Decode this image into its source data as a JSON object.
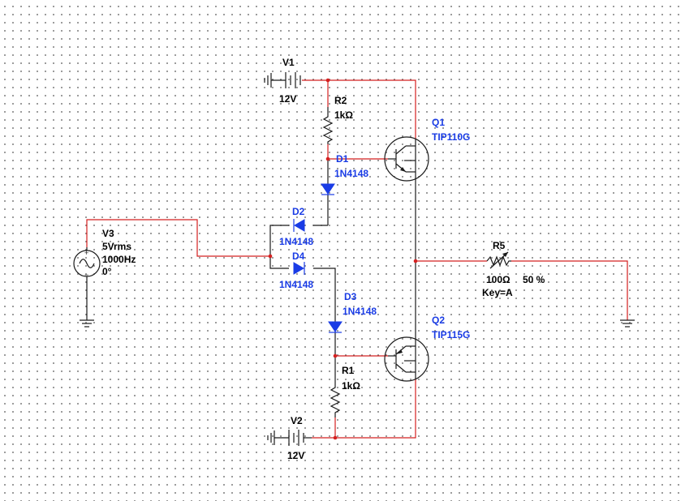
{
  "components": {
    "V1": {
      "ref": "V1",
      "value": "12V"
    },
    "V2": {
      "ref": "V2",
      "value": "12V"
    },
    "V3": {
      "ref": "V3",
      "amplitude": "5Vrms",
      "frequency": "1000Hz",
      "phase": "0°"
    },
    "R1": {
      "ref": "R1",
      "value": "1kΩ"
    },
    "R2": {
      "ref": "R2",
      "value": "1kΩ"
    },
    "R5": {
      "ref": "R5",
      "value": "100Ω",
      "setting": "50 %",
      "key": "Key=A"
    },
    "D1": {
      "ref": "D1",
      "model": "1N4148"
    },
    "D2": {
      "ref": "D2",
      "model": "1N4148"
    },
    "D3": {
      "ref": "D3",
      "model": "1N4148"
    },
    "D4": {
      "ref": "D4",
      "model": "1N4148"
    },
    "Q1": {
      "ref": "Q1",
      "model": "TIP110G"
    },
    "Q2": {
      "ref": "Q2",
      "model": "TIP115G"
    }
  },
  "colors": {
    "wire": "#d42020",
    "component_body": "#1a1a1a",
    "label_black": "#000000",
    "label_blue": "#1a3ce6",
    "grid_dot": "#6e6e6e",
    "background": "#ffffff"
  }
}
